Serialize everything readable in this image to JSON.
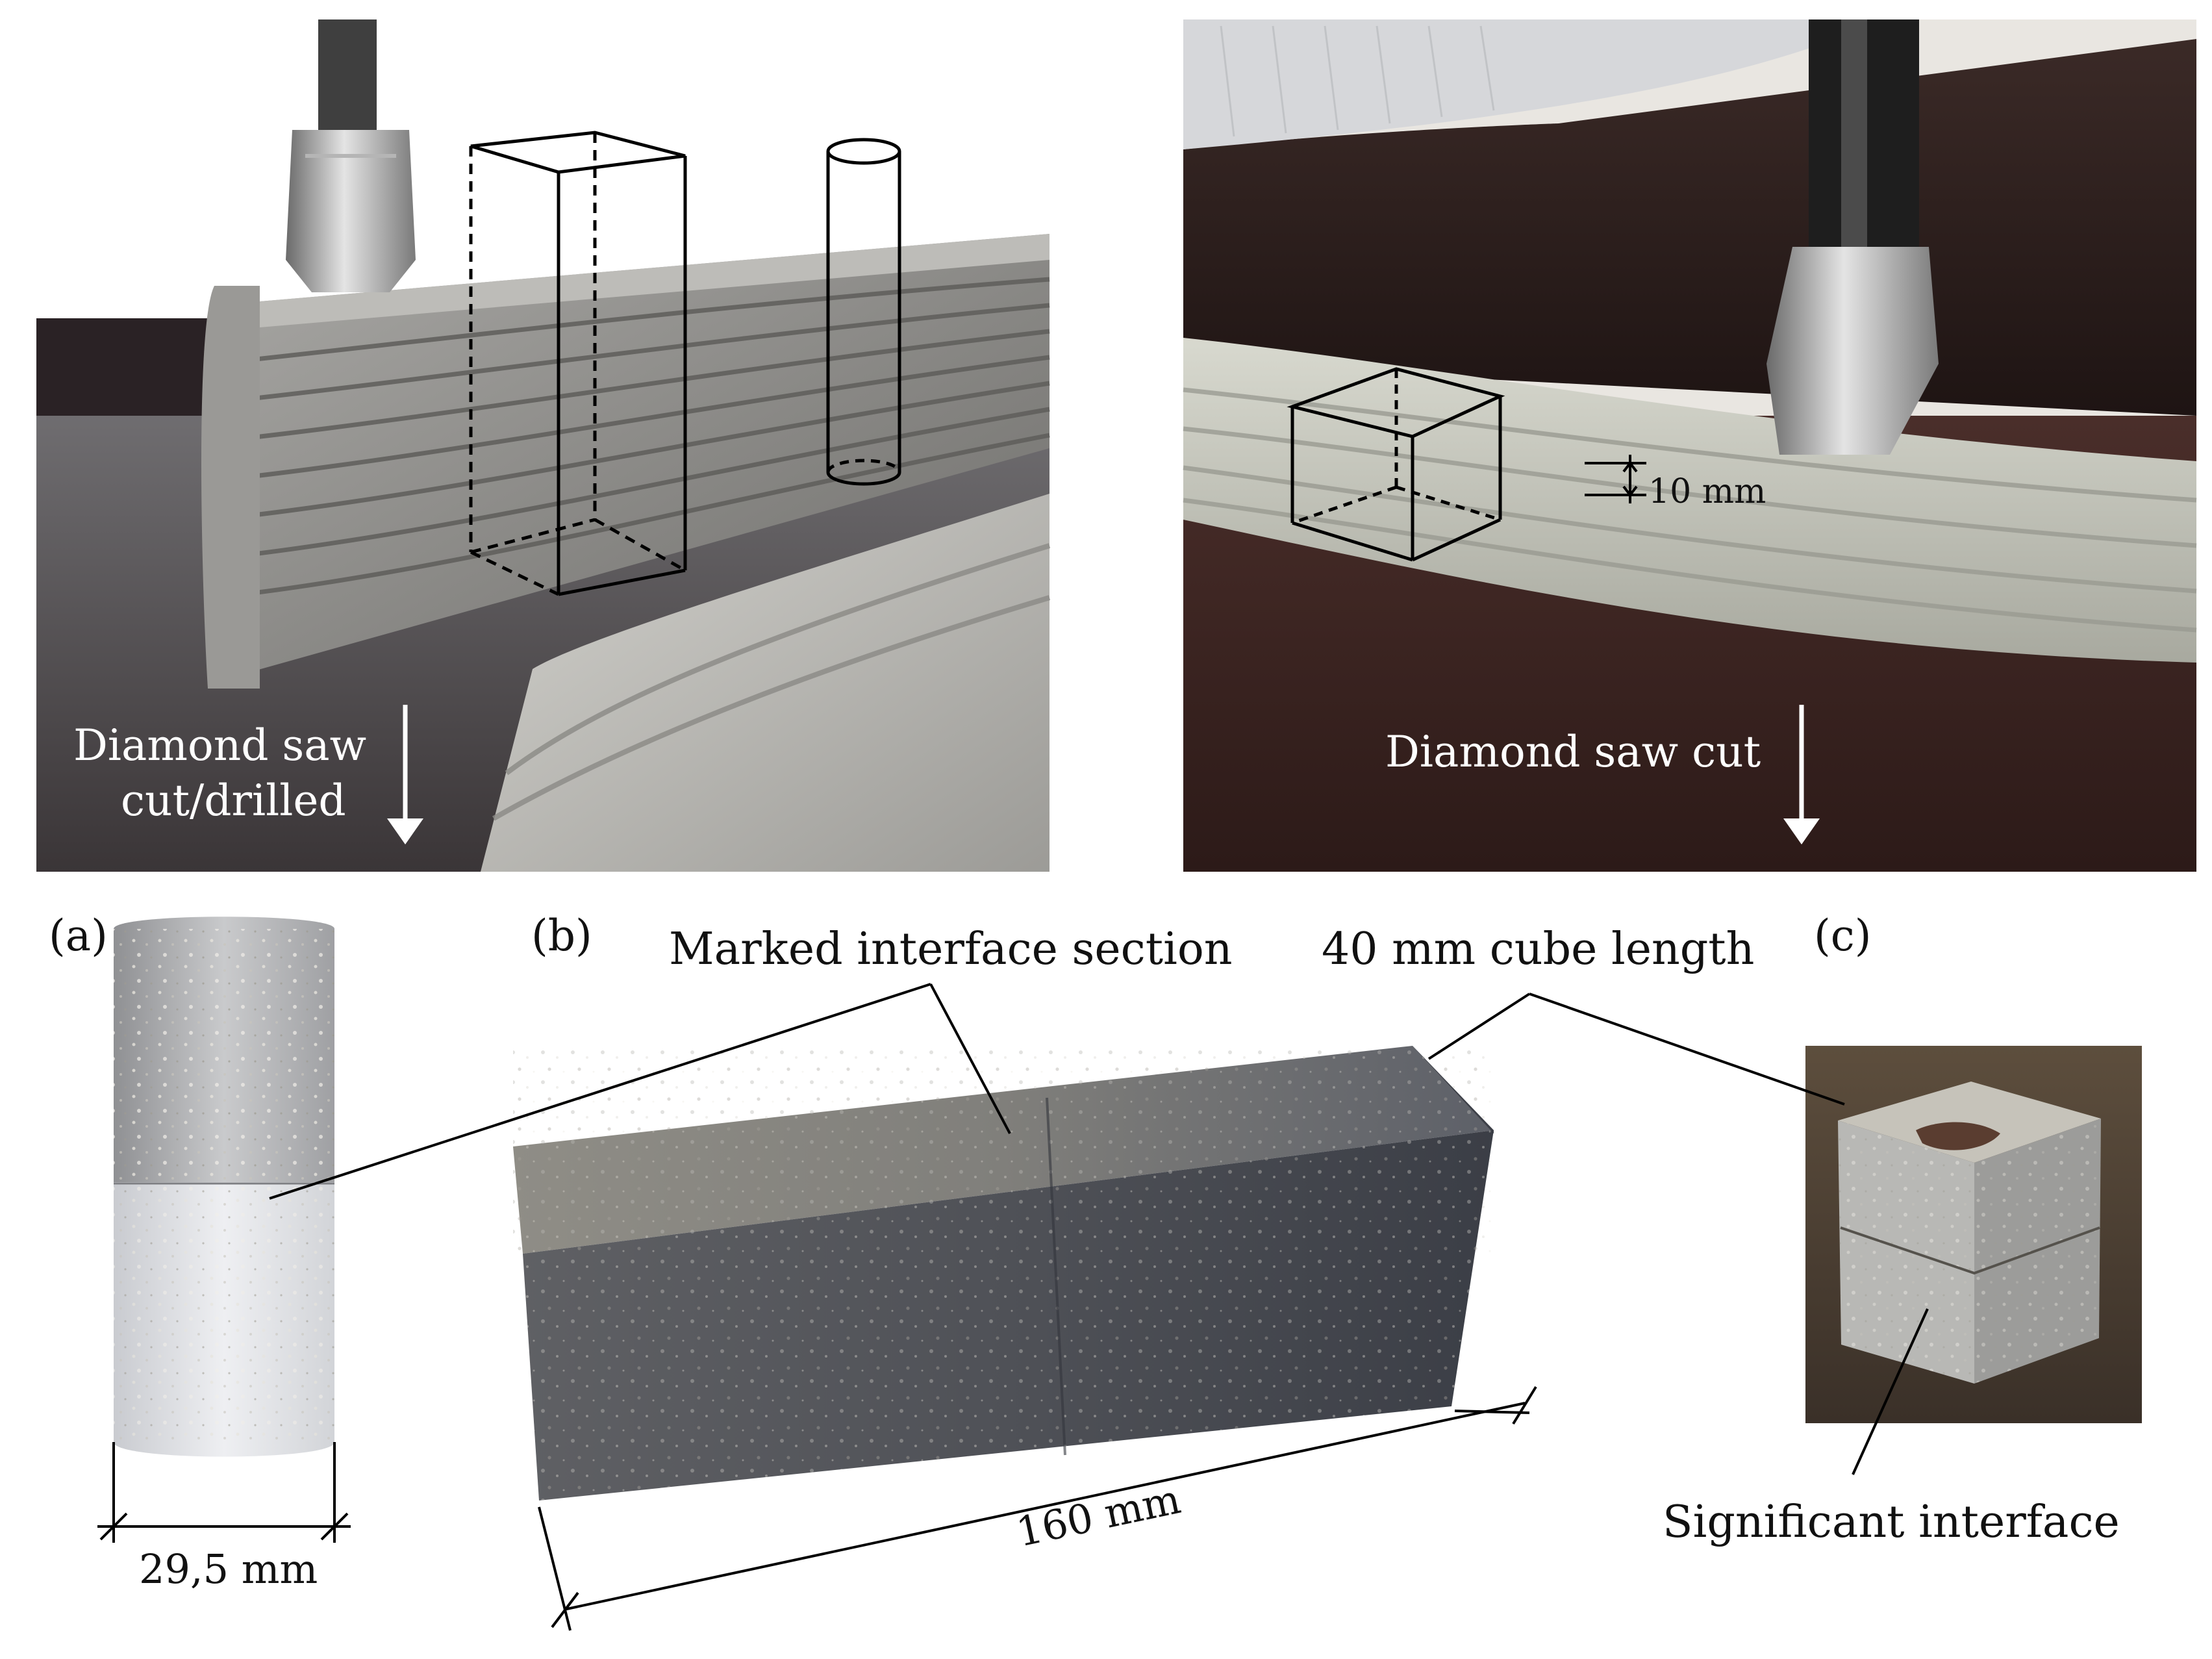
{
  "photos": {
    "top_left": {
      "caption_line1": "Diamond saw",
      "caption_line2": "cut/drilled"
    },
    "top_right": {
      "layer_height_label": "10 mm",
      "caption": "Diamond saw cut"
    }
  },
  "panels": {
    "a": {
      "label": "(a)",
      "dimension": "29,5 mm"
    },
    "b": {
      "label": "(b)",
      "dimension": "160 mm"
    },
    "c": {
      "label": "(c)"
    }
  },
  "annotations": {
    "marked_interface": "Marked interface section",
    "cube_length": "40 mm cube length",
    "significant_interface": "Significant interface"
  }
}
